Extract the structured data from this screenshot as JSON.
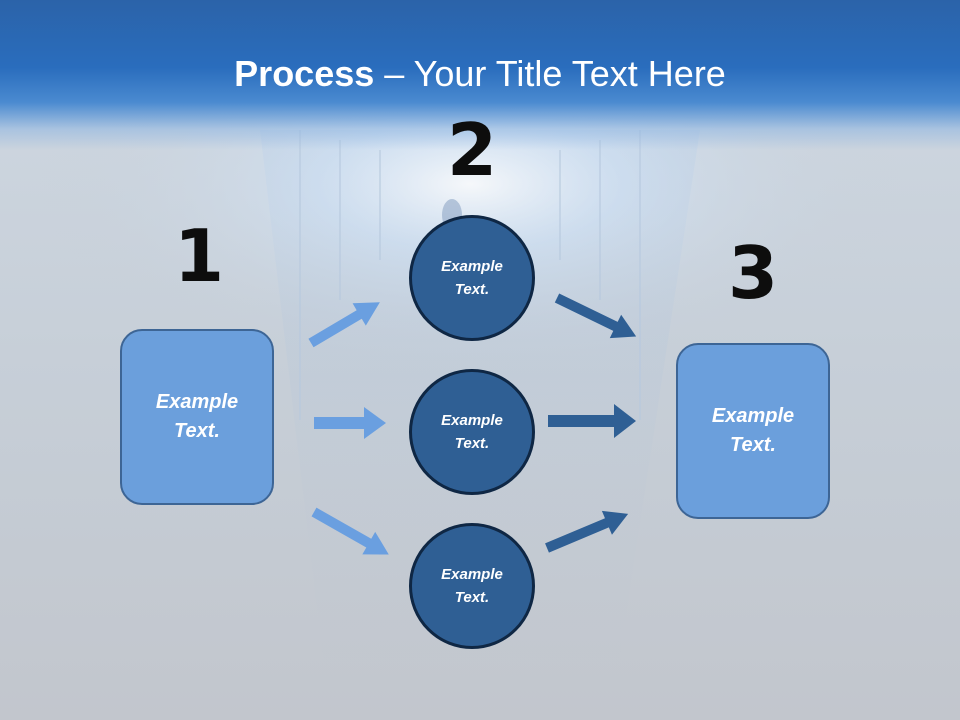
{
  "slide": {
    "title_bold": "Process",
    "title_rest": " – Your Title Text Here",
    "steps": [
      {
        "number": "1",
        "box_line1": "Example",
        "box_line2": "Text."
      },
      {
        "number": "2",
        "circles": [
          {
            "line1": "Example",
            "line2": "Text."
          },
          {
            "line1": "Example",
            "line2": "Text."
          },
          {
            "line1": "Example",
            "line2": "Text."
          }
        ]
      },
      {
        "number": "3",
        "box_line1": "Example",
        "box_line2": "Text."
      }
    ]
  },
  "colors": {
    "header_blue": "#2a6dbd",
    "box_fill": "#6b9fdc",
    "circle_fill": "#2f5f94",
    "arrow_light": "#6a9fe0",
    "arrow_dark": "#2f5f94"
  }
}
